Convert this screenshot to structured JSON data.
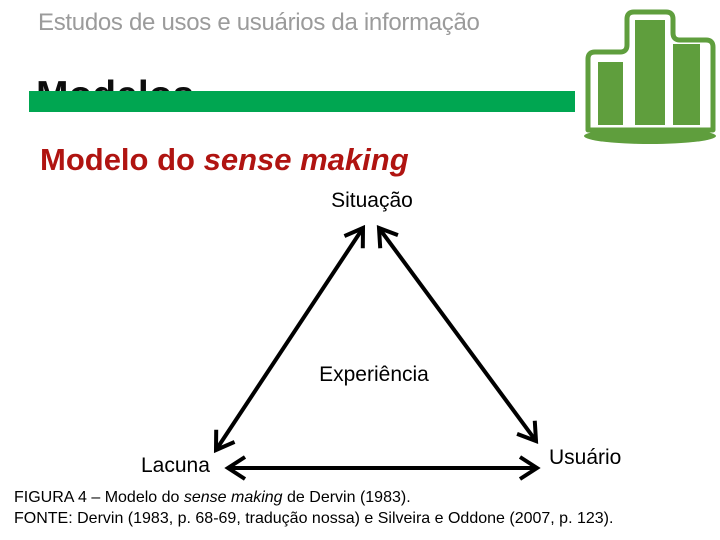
{
  "slide": {
    "header": "Estudos de usos e usuários da informação",
    "title": "Modelos",
    "subtitle": {
      "prefix": "Modelo do ",
      "italic": "sense making"
    }
  },
  "icon": {
    "name": "bar-chart-icon",
    "color": "#5f9e3d"
  },
  "colors": {
    "accent_bar_green": "#00a651",
    "subtitle_red": "#b01411",
    "header_gray": "#9b9b9b",
    "diagram_black": "#000000"
  },
  "diagram": {
    "type": "triangle-model",
    "nodes": {
      "top": "Situação",
      "center": "Experiência",
      "bottom_left": "Lacuna",
      "bottom_right": "Usuário"
    },
    "edges": [
      {
        "from": "Lacuna",
        "to": "Situação",
        "bidirectional": "true"
      },
      {
        "from": "Situação",
        "to": "Usuário",
        "bidirectional": "true"
      },
      {
        "from": "Lacuna",
        "to": "Usuário",
        "bidirectional": "true"
      }
    ]
  },
  "caption": {
    "figura": {
      "prefix": "FIGURA 4 – Modelo do ",
      "italic": "sense making",
      "suffix": " de Dervin (1983)."
    },
    "fonte": "FONTE: Dervin (1983, p. 68-69, tradução nossa) e Silveira e Oddone (2007, p. 123)."
  }
}
